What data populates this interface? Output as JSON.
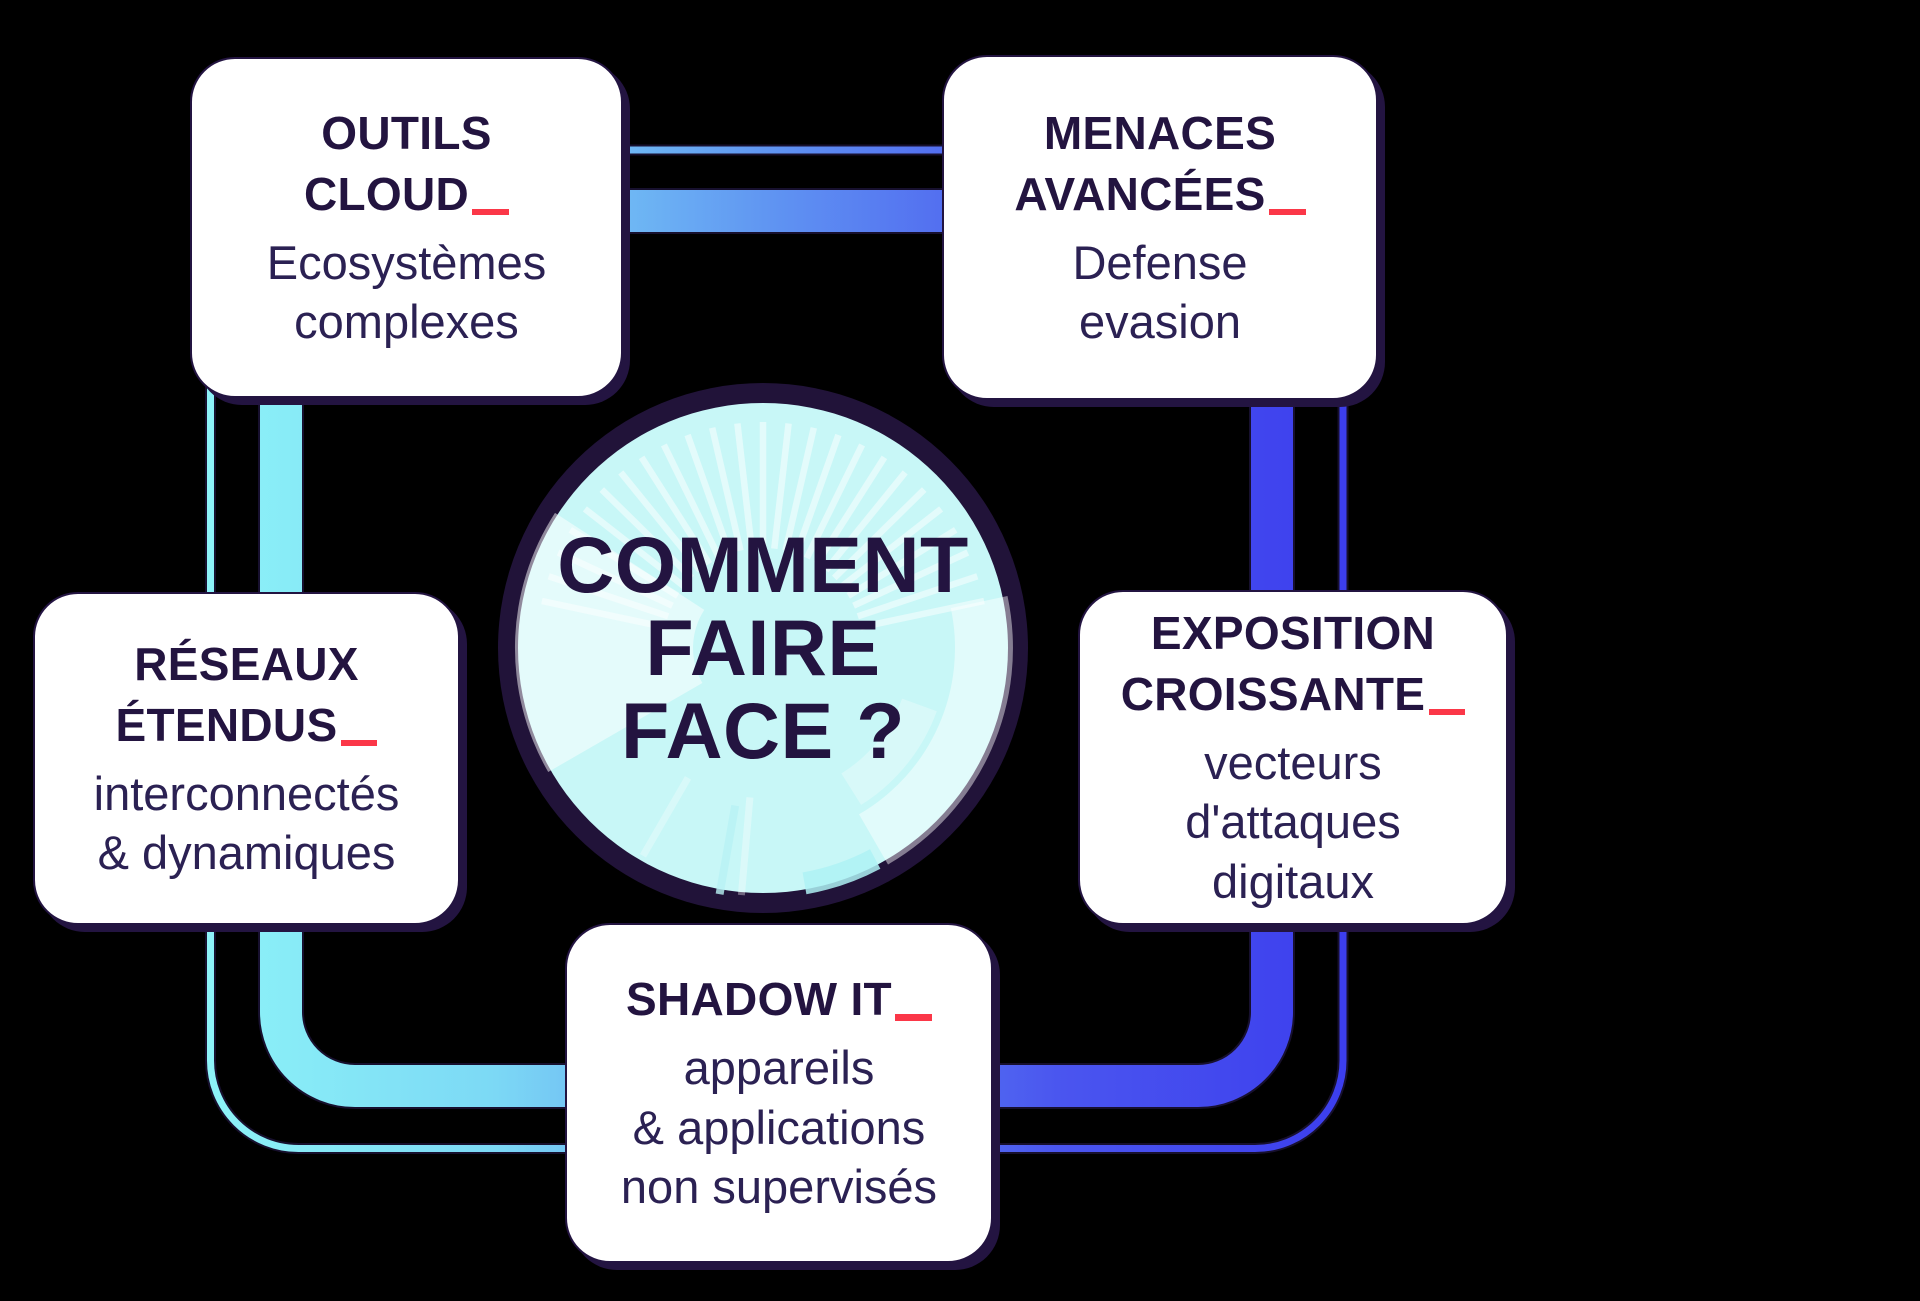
{
  "diagram": {
    "center": {
      "question": "COMMENT\nFAIRE\nFACE ?"
    },
    "cards": [
      {
        "id": "outils-cloud",
        "title_line1": "OUTILS",
        "title_line2": "CLOUD",
        "subtitle": "Ecosystèmes\ncomplexes"
      },
      {
        "id": "menaces-avancees",
        "title_line1": "MENACES",
        "title_line2": "AVANCÉES",
        "subtitle": "Defense\nevasion"
      },
      {
        "id": "reseaux-etendus",
        "title_line1": "RÉSEAUX",
        "title_line2": "ÉTENDUS",
        "subtitle": "interconnectés\n& dynamiques"
      },
      {
        "id": "exposition-croissante",
        "title_line1": "EXPOSITION",
        "title_line2": "CROISSANTE",
        "subtitle": "vecteurs\nd'attaques\ndigitaux"
      },
      {
        "id": "shadow-it",
        "title_line1": "SHADOW IT",
        "subtitle": "appareils\n& applications\nnon supervisés"
      }
    ],
    "colors": {
      "background": "#000000",
      "card_background": "#ffffff",
      "title_navy": "#231440",
      "body_navy": "#2b2153",
      "accent_red": "#fb3748",
      "ring_navy": "#211339",
      "circle_fill": "#c8f7f7",
      "pipe_cyan": "#8df3f8",
      "pipe_blue": "#3c3eee"
    }
  }
}
